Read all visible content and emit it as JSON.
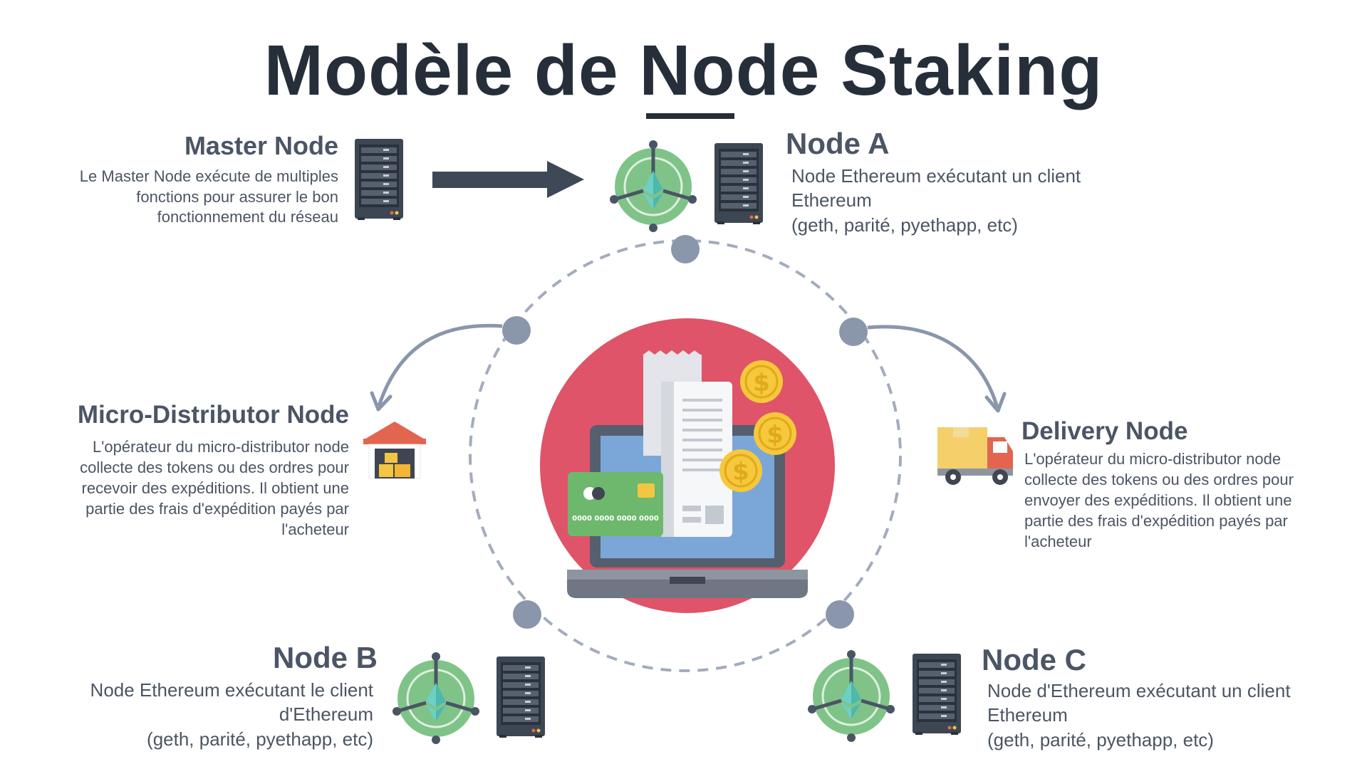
{
  "title": "Modèle de Node Staking",
  "master": {
    "title": "Master Node",
    "desc": "Le Master Node exécute de multiples fonctions pour assurer le bon fonctionnement du réseau"
  },
  "node_a": {
    "title": "Node A",
    "desc_line1": "Node Ethereum exécutant un client",
    "desc_line2": "Ethereum",
    "desc_line3": "(geth, parité, pyethapp, etc)"
  },
  "micro": {
    "title": "Micro-Distributor Node",
    "desc": "L'opérateur du micro-distributor node collecte des tokens ou des ordres pour recevoir des expéditions. Il obtient une partie des frais d'expédition payés par l'acheteur"
  },
  "delivery": {
    "title": "Delivery Node",
    "desc": "L'opérateur du micro-distributor node collecte des tokens ou des ordres pour envoyer des expéditions. Il obtient une partie des frais d'expédition payés par l'acheteur"
  },
  "node_b": {
    "title": "Node B",
    "desc_line1": "Node Ethereum exécutant le client",
    "desc_line2": "d'Ethereum",
    "desc_line3": "(geth, parité, pyethapp, etc)"
  },
  "node_c": {
    "title": "Node C",
    "desc_line1": "Node d'Ethereum exécutant un client",
    "desc_line2": "Ethereum",
    "desc_line3": "(geth, parité, pyethapp, etc)"
  },
  "card_number": "0000 0000 0000 0000",
  "colors": {
    "dark": "#262e3a",
    "ring": "#a3acbc",
    "dot": "#8a96ab",
    "red_circle": "#df5468",
    "eth_green": "#7fc389",
    "card_green": "#6db86c"
  }
}
